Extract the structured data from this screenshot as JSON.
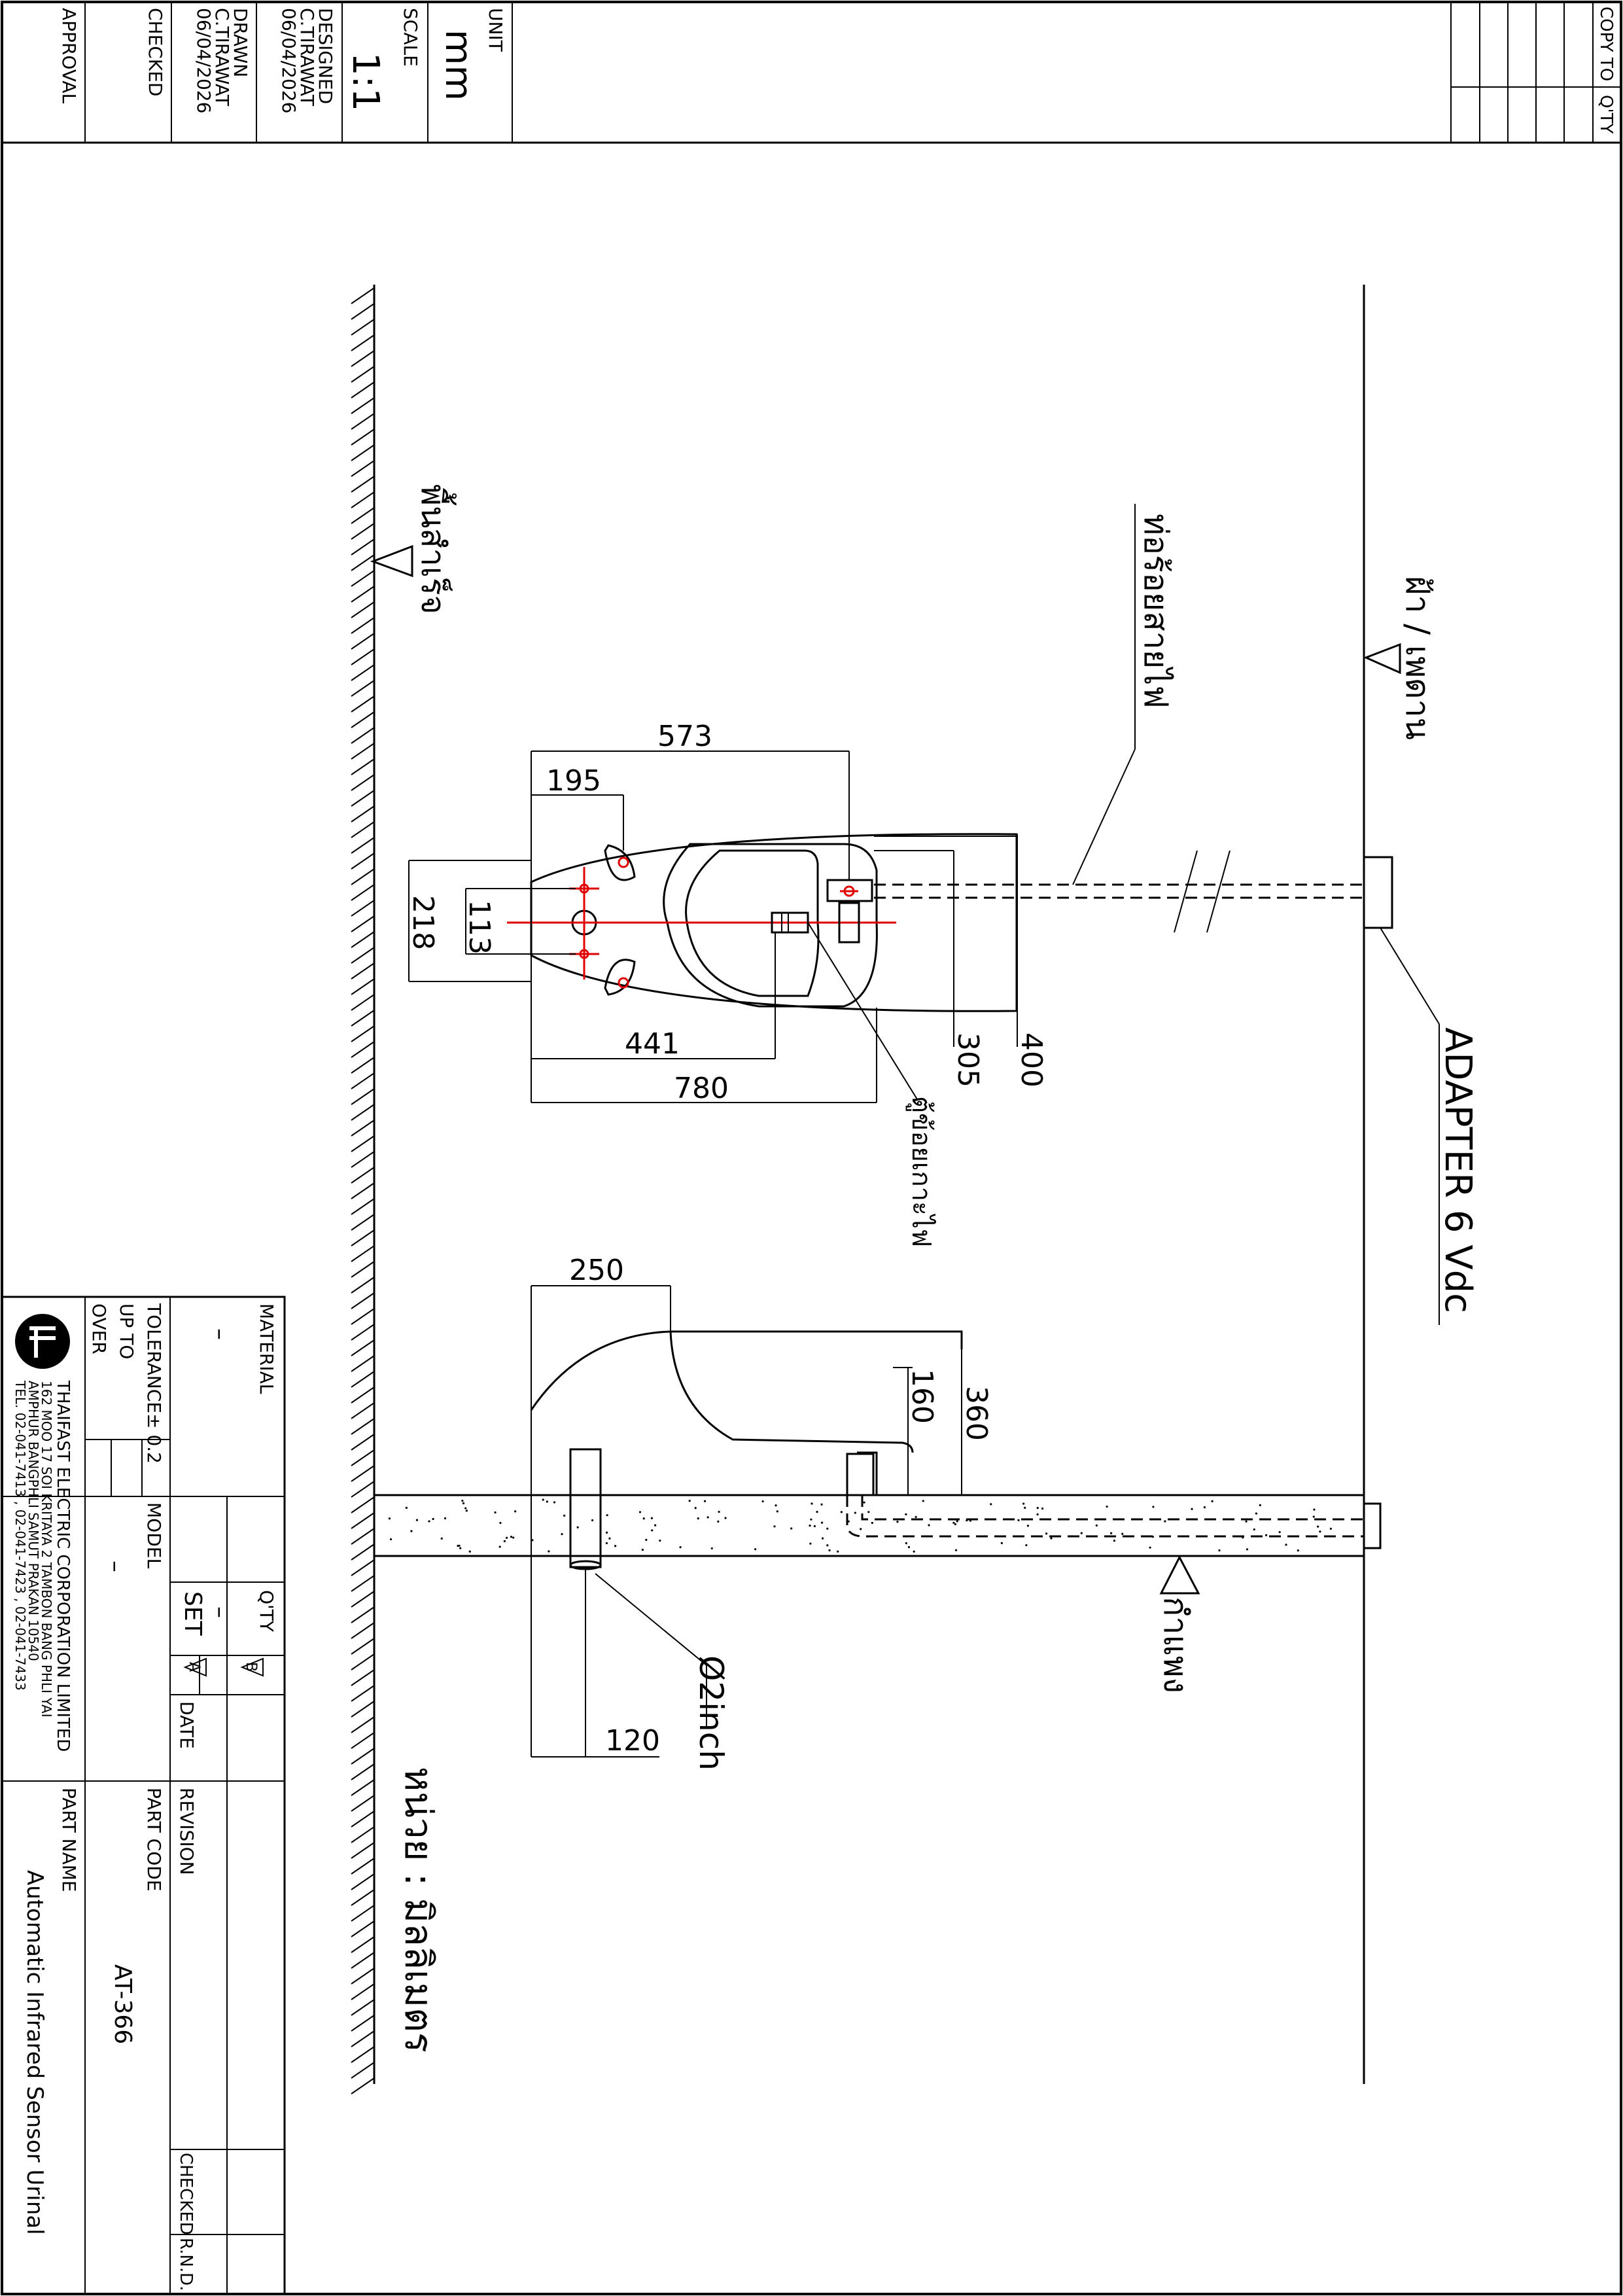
{
  "title_block_top": {
    "unit_label": "UNIT",
    "unit_value": "mm",
    "scale_label": "SCALE",
    "scale_value": "1:1",
    "designed_label": "DESIGNED",
    "designed_by": "C.TIRAWAT",
    "designed_date": "06/04/2026",
    "drawn_label": "DRAWN",
    "drawn_by": "C.TIRAWAT",
    "drawn_date": "06/04/2026",
    "checked_label": "CHECKED",
    "approval_label": "APPROVAL",
    "copy_to_label": "COPY TO",
    "qty_label": "Q'TY"
  },
  "drawing": {
    "ceiling_label": "ฝ้า / เพดาน",
    "floor_label": "พื้นสำเร็จ",
    "wall_label": "กำแพง",
    "cable_pipe_label": "ท่อร้อยสายไฟ",
    "sensor_box_label": "ตู้ข้อยเกาะไฟ",
    "adapter_label": "ADAPTER 6 Vdc",
    "pipe_label": "Ø2inch",
    "unit_note": "หน่วย : มิลลิเมตร",
    "dimensions": {
      "d573": "573",
      "d195": "195",
      "d218": "218",
      "d113": "113",
      "d441": "441",
      "d780": "780",
      "d305": "305",
      "d400": "400",
      "d250": "250",
      "d360": "360",
      "d160": "160",
      "d120": "120"
    }
  },
  "title_block_bottom": {
    "material_label": "MATERIAL",
    "material_value": "–",
    "tolerance_label": "TOLERANCE± 0.2",
    "up_to_label": "UP TO",
    "over_label": "OVER",
    "model_label": "MODEL",
    "model_value": "–",
    "qty_label": "Q'TY",
    "set_label": "SET",
    "qty_value": "–",
    "rev_a": "A",
    "rev_b": "B",
    "date_label": "DATE",
    "company_name": "THAIFAST ELECTRIC CORPORATION LIMITED",
    "company_address_1": "162 MOO 17 SOI KRITAYA 2 TAMBON BANG PHLI YAI",
    "company_address_2": "AMPHUR BANGPHLI SAMUT PRAKAN 10540",
    "company_phone": "TEL. 02-041-7413 , 02-041-7423 , 02-041-7433",
    "revision_label": "REVISION",
    "part_code_label": "PART CODE",
    "part_code_value": "AT-366",
    "part_name_label": "PART NAME",
    "part_name_value": "Automatic Infrared Sensor Urinal",
    "checked_label": "CHECKED",
    "rnd_label": "R.N.D."
  }
}
